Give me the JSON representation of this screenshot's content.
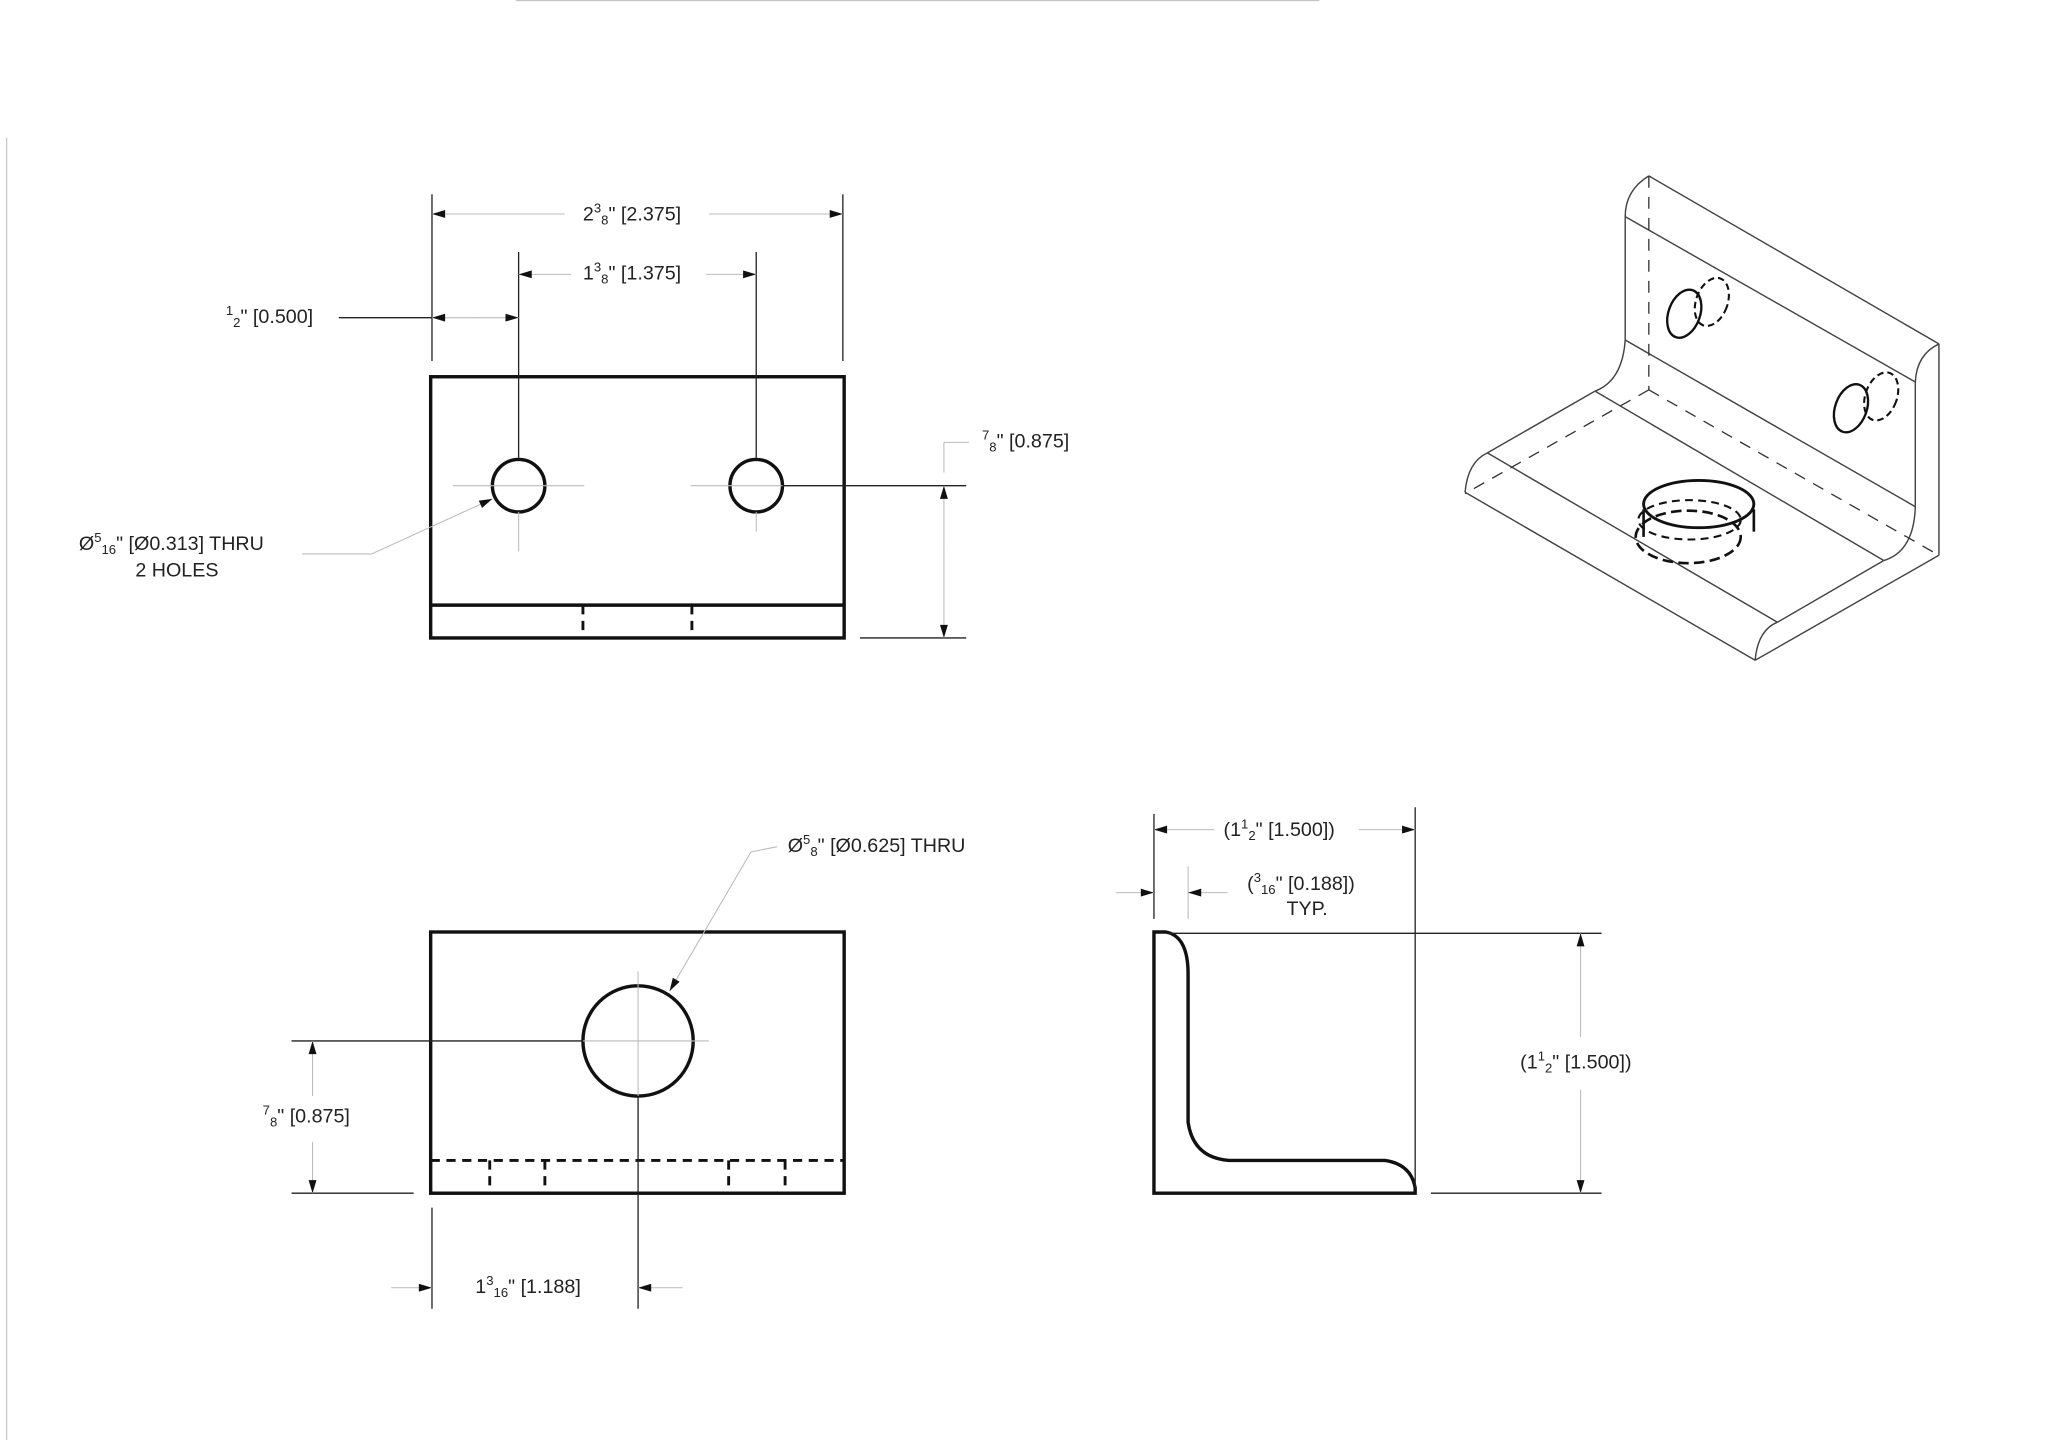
{
  "drawing": {
    "top_view": {
      "overall_width": {
        "whole": "2",
        "num": "3",
        "den": "8",
        "rest": "\" [2.375]"
      },
      "hole_spacing": {
        "whole": "1",
        "num": "3",
        "den": "8",
        "rest": "\" [1.375]"
      },
      "edge_offset": {
        "whole": "",
        "num": "1",
        "den": "2",
        "rest": "\" [0.500]"
      },
      "hole_height": {
        "whole": "",
        "num": "7",
        "den": "8",
        "rest": "\" [0.875]"
      },
      "hole_note": {
        "whole": "Ø",
        "num": "5",
        "den": "16",
        "rest": "\" [Ø0.313] THRU",
        "line2": "2 HOLES"
      }
    },
    "front_view": {
      "hole_note": {
        "whole": "Ø",
        "num": "5",
        "den": "8",
        "rest": "\" [Ø0.625] THRU"
      },
      "hole_height": {
        "whole": "",
        "num": "7",
        "den": "8",
        "rest": "\" [0.875]"
      },
      "hole_offset": {
        "whole": "1",
        "num": "3",
        "den": "16",
        "rest": "\" [1.188]"
      }
    },
    "side_view": {
      "width": {
        "whole": "(1",
        "num": "1",
        "den": "2",
        "rest": "\" [1.500])"
      },
      "thickness": {
        "whole": "(",
        "num": "3",
        "den": "16",
        "rest": "\" [0.188])",
        "line2": "TYP."
      },
      "height": {
        "whole": "(1",
        "num": "1",
        "den": "2",
        "rest": "\" [1.500])"
      }
    }
  }
}
